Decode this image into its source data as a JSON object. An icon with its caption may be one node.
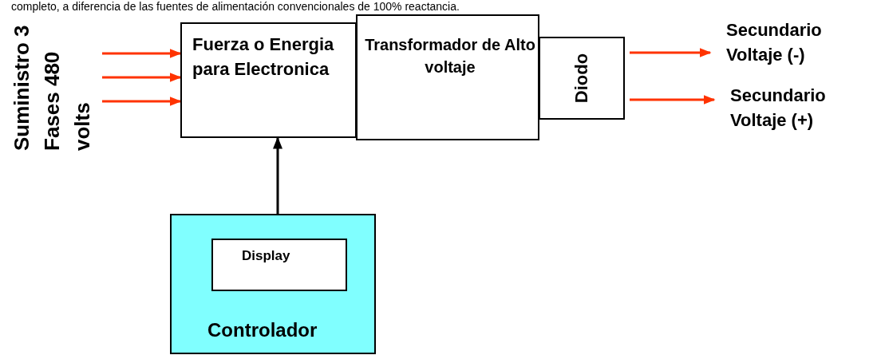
{
  "diagram": {
    "nodes": [
      {
        "text": [
          "Suministro 3 Fases 480 volts"
        ]
      },
      {
        "text": [
          "Fuerza o Energia para Electronica"
        ]
      },
      {
        "text": [
          "Transformador de Alto voltaje"
        ]
      },
      {
        "text": [
          "Diodo"
        ]
      },
      {
        "text": [
          "Secundario Voltaje (-)"
        ]
      },
      {
        "text": [
          "Secundario Voltaje (+)"
        ]
      },
      {
        "text": [
          "Controlador"
        ]
      },
      {
        "text": [
          "Display"
        ],
        "in": 6
      }
    ],
    "edges": [
      {
        "from": 0,
        "to": 1,
        "arrow": "to"
      },
      {
        "from": 0,
        "to": 1,
        "arrow": "to"
      },
      {
        "from": 0,
        "to": 1,
        "arrow": "to"
      },
      {
        "from": 6,
        "to": 1,
        "arrow": "to",
        "color": "#000000"
      },
      {
        "from": 3,
        "to": 4,
        "arrow": "to"
      },
      {
        "from": 3,
        "to": 5,
        "arrow": "to"
      }
    ],
    "labels": [
      "completo, a diferencia de las fuentes de alimentación convencionales de 100% reactancia."
    ]
  }
}
